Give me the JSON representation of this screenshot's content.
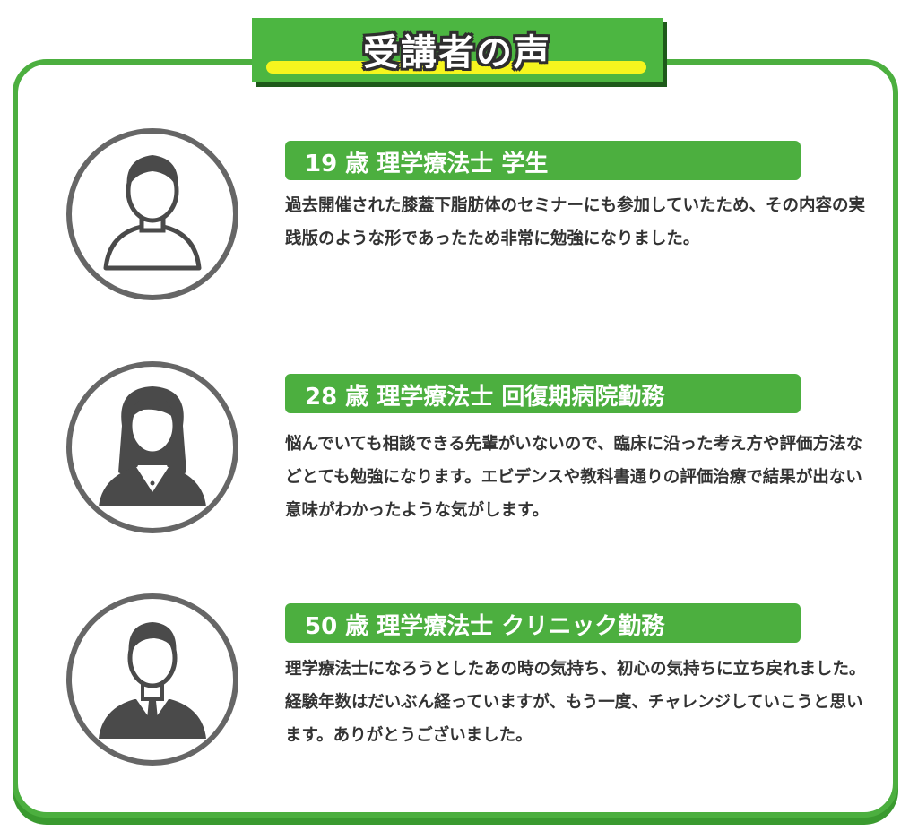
{
  "section": {
    "title": "受講者の声"
  },
  "testimonials": [
    {
      "label": "19 歳 理学療法士 学生",
      "comment": "過去開催された膝蓋下脂肪体のセミナーにも参加していたため、その内容の実践版のような形であったため非常に勉強になりました。",
      "avatar_icon": "male-student-avatar-icon"
    },
    {
      "label": "28 歳 理学療法士 回復期病院勤務",
      "comment": "悩んでいても相談できる先輩がいないので、臨床に沿った考え方や評価方法などとても勉強になります。エビデンスや教科書通りの評価治療で結果が出ない意味がわかったような気がします。",
      "avatar_icon": "female-professional-avatar-icon"
    },
    {
      "label": "50 歳 理学療法士 クリニック勤務",
      "comment": "理学療法士になろうとしたあの時の気持ち、初心の気持ちに立ち戻れました。経験年数はだいぶん経っていますが、もう一度、チャレンジしていこうと思います。ありがとうございました。",
      "avatar_icon": "male-businessman-avatar-icon"
    }
  ],
  "colors": {
    "accent_green": "#4caf3f",
    "title_highlight": "#f5f51e",
    "icon_gray": "#4a4a4a",
    "text": "#333333"
  }
}
